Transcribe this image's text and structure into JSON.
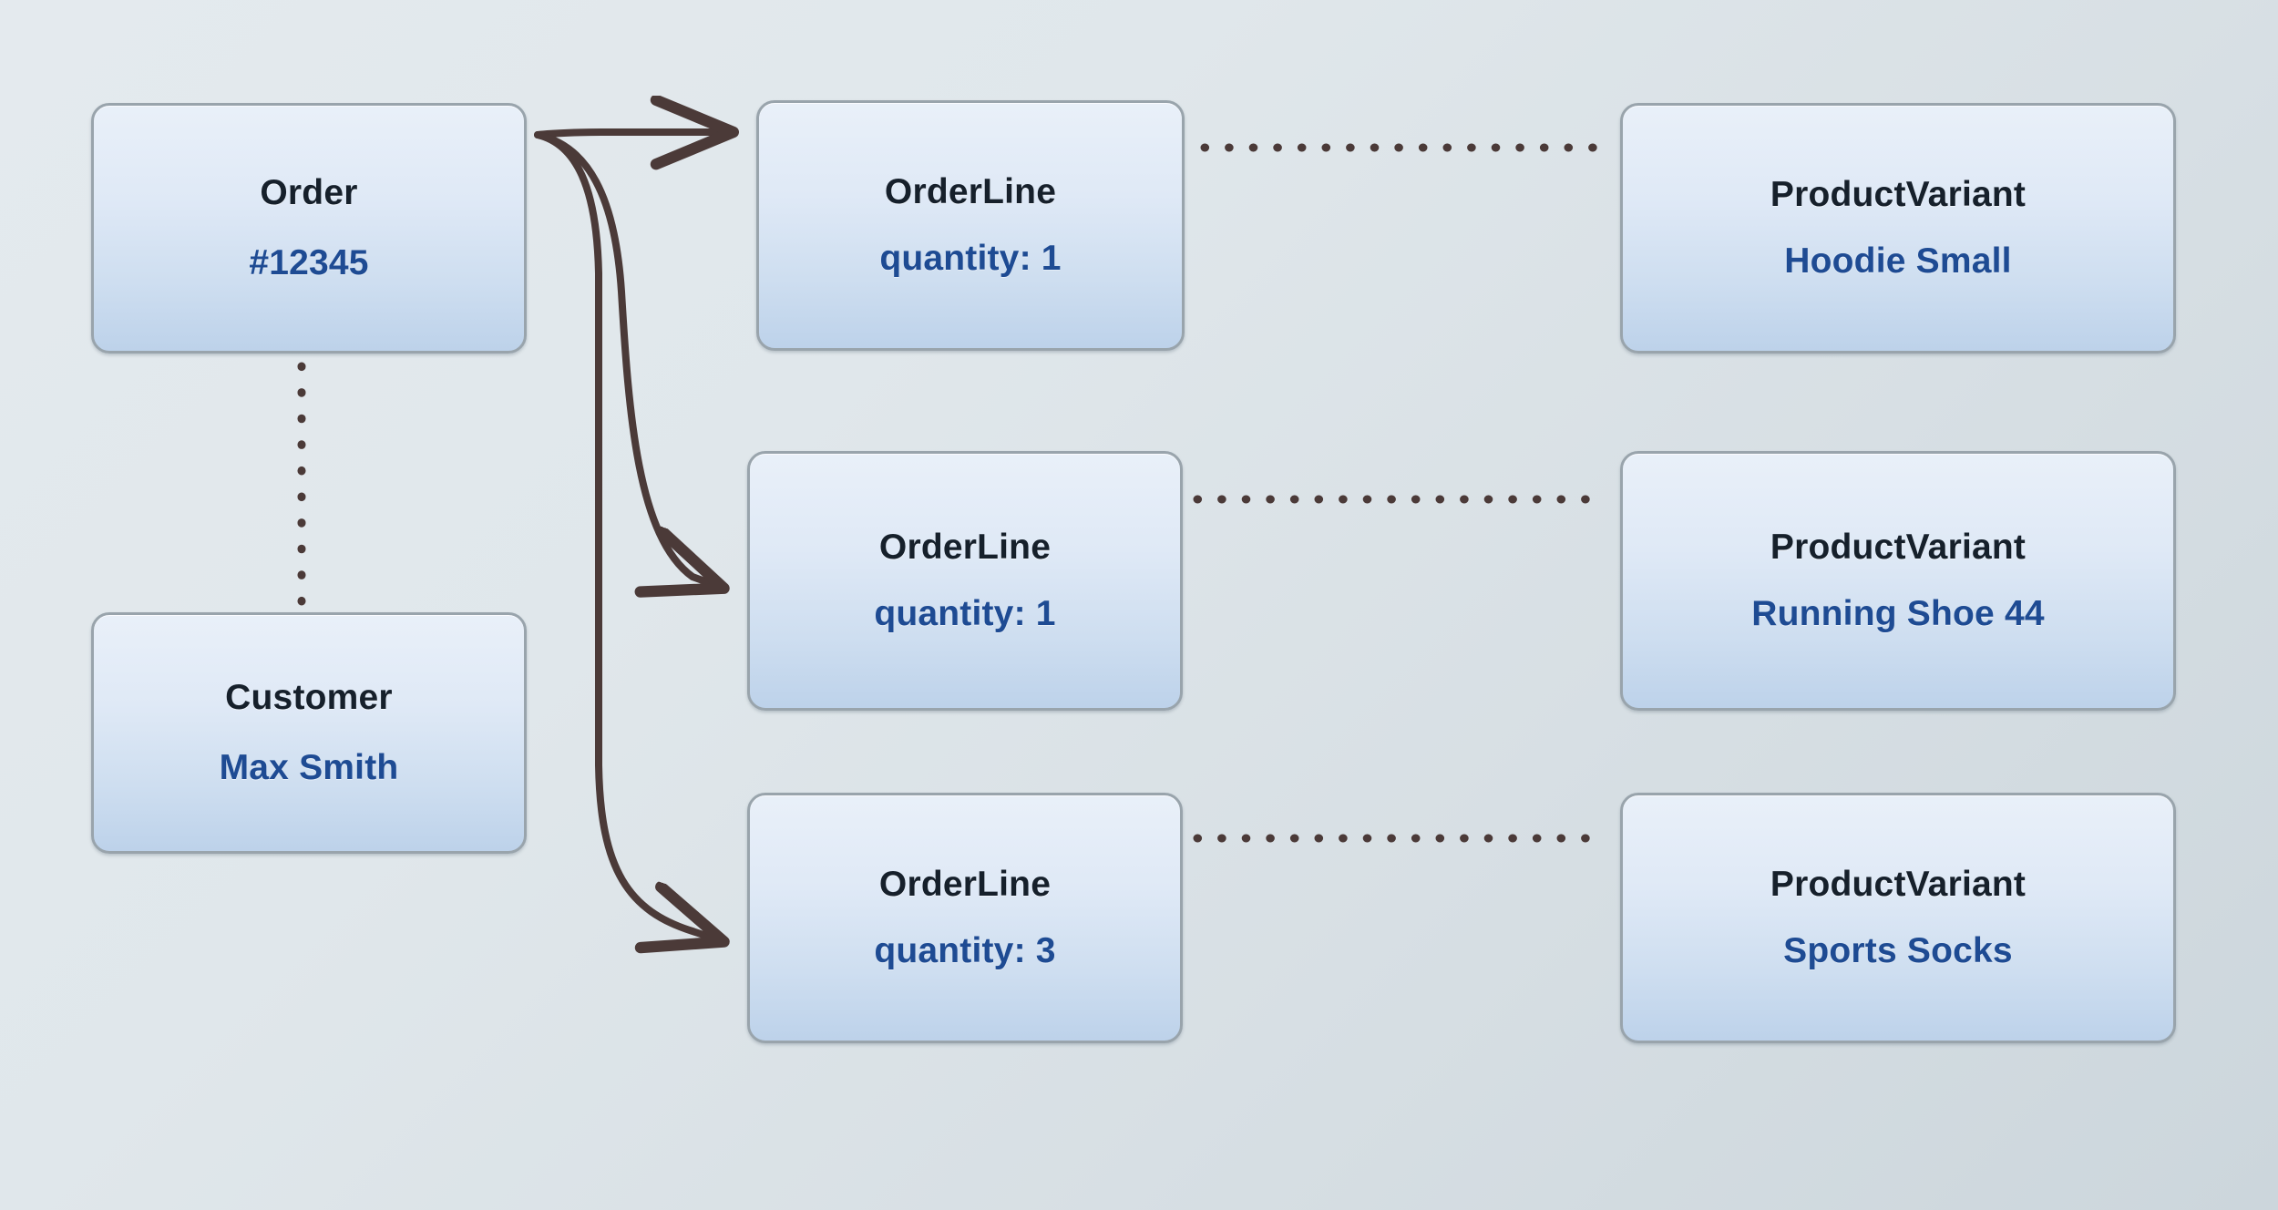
{
  "diagram": {
    "type": "entity-relationship-object-graph",
    "background_color": "#e0e7eb",
    "node_border_color": "#99a4ac",
    "node_fill_top": "#e9f0f9",
    "node_fill_bottom": "#bdd2ea",
    "title_color": "#16202b",
    "subtitle_color": "#1e4b93",
    "edge_color": "#4b3a38",
    "nodes": [
      {
        "id": "order",
        "title": "Order",
        "subtitle": "#12345"
      },
      {
        "id": "customer",
        "title": "Customer",
        "subtitle": "Max Smith"
      },
      {
        "id": "orderline1",
        "title": "OrderLine",
        "subtitle": "quantity: 1"
      },
      {
        "id": "orderline2",
        "title": "OrderLine",
        "subtitle": "quantity: 1"
      },
      {
        "id": "orderline3",
        "title": "OrderLine",
        "subtitle": "quantity: 3"
      },
      {
        "id": "variant1",
        "title": "ProductVariant",
        "subtitle": "Hoodie Small"
      },
      {
        "id": "variant2",
        "title": "ProductVariant",
        "subtitle": "Running Shoe 44"
      },
      {
        "id": "variant3",
        "title": "ProductVariant",
        "subtitle": "Sports Socks"
      }
    ],
    "edges": [
      {
        "from": "order",
        "to": "orderline1",
        "style": "curved-arrow"
      },
      {
        "from": "order",
        "to": "orderline2",
        "style": "curved-arrow"
      },
      {
        "from": "order",
        "to": "orderline3",
        "style": "curved-arrow"
      },
      {
        "from": "order",
        "to": "customer",
        "style": "dotted"
      },
      {
        "from": "orderline1",
        "to": "variant1",
        "style": "dotted"
      },
      {
        "from": "orderline2",
        "to": "variant2",
        "style": "dotted"
      },
      {
        "from": "orderline3",
        "to": "variant3",
        "style": "dotted"
      }
    ]
  }
}
